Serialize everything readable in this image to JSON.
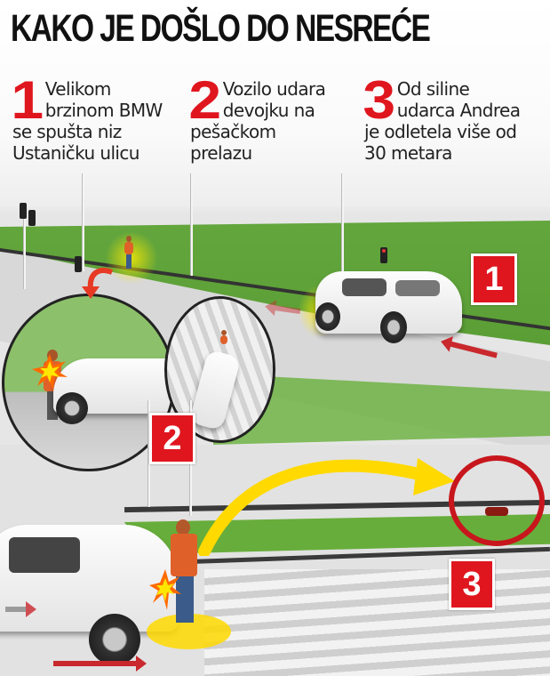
{
  "header": {
    "title": "KAKO JE DOŠLO DO NESREĆE"
  },
  "steps": [
    {
      "number": "1",
      "lines": [
        "Velikom",
        "brzinom BMW",
        "se spušta niz",
        "Ustaničku ulicu"
      ]
    },
    {
      "number": "2",
      "lines": [
        "Vozilo udara",
        "devojku na",
        "pešačkom",
        "prelazu"
      ]
    },
    {
      "number": "3",
      "lines": [
        "Od siline",
        "udarca Andrea",
        "je odletela više od",
        "30 metara"
      ]
    }
  ],
  "badges": [
    {
      "label": "1"
    },
    {
      "label": "2"
    },
    {
      "label": "3"
    }
  ],
  "colors": {
    "accent_red": "#e0161f",
    "grass": "#5fa33a",
    "highlight_yellow": "#ffe600",
    "road": "#d8d8d8"
  },
  "icons": {
    "trajectory": "yellow-curved-arrow",
    "impact": "collision-burst",
    "landing_marker": "red-circle"
  }
}
